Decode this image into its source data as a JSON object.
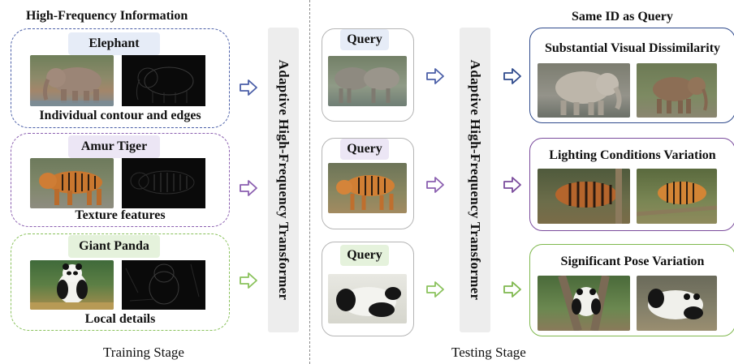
{
  "training": {
    "title": "High-Frequency Information",
    "groups": [
      {
        "name": "Elephant",
        "caption": "Individual contour and edges",
        "color": "#4b5fa8"
      },
      {
        "name": "Amur Tiger",
        "caption": "Texture features",
        "color": "#8b5fb0"
      },
      {
        "name": "Giant Panda",
        "caption": "Local details",
        "color": "#8ac25c"
      }
    ],
    "module": "Adaptive High-Frequency Transformer",
    "stage_label": "Training Stage"
  },
  "testing": {
    "module": "Adaptive High-Frequency Transformer",
    "query_label": "Query",
    "results_title": "Same ID as Query",
    "results": [
      {
        "caption": "Substantial Visual Dissimilarity",
        "color": "#2f4a8c"
      },
      {
        "caption": "Lighting Conditions Variation",
        "color": "#7a4b9c"
      },
      {
        "caption": "Significant Pose Variation",
        "color": "#7fb84e"
      }
    ],
    "stage_label": "Testing Stage"
  },
  "colors": {
    "blue": "#4b5fa8",
    "purple": "#8b5fb0",
    "green": "#8ac25c"
  }
}
